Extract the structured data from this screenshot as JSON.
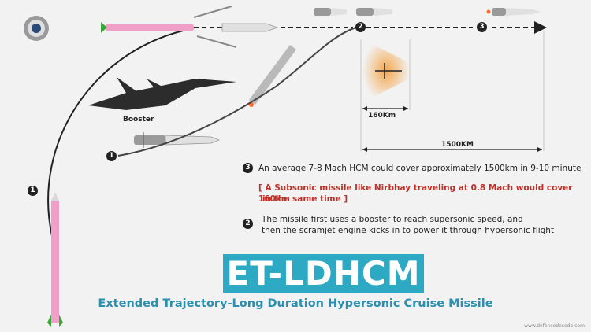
{
  "labels": {
    "booster": "Booster",
    "range_160": "160Km",
    "range_1500": "1500KM"
  },
  "steps": {
    "step1": "1",
    "step2": "2",
    "step3": "3"
  },
  "notes": {
    "note3_num": "3",
    "note3": "An average 7-8 Mach HCM could cover approximately 1500km in 9-10 minute",
    "subsonic_line1": "[ A Subsonic missile like Nirbhay traveling at 0.8 Mach would cover 160km",
    "subsonic_line2": "in the same time ]",
    "note2_num": "2",
    "note2_line1": "The missile first uses a booster to reach supersonic speed, and",
    "note2_line2": "then the scramjet engine kicks in to power it through hypersonic flight"
  },
  "title": "ET-LDHCM",
  "subtitle": "Extended Trajectory-Long Duration Hypersonic Cruise Missile",
  "credit": "www.defencedecode.com",
  "colors": {
    "accent": "#2ea9c3",
    "subtitle": "#2b8fae",
    "warning": "#c0302a",
    "rocket_body": "#f0a0c8",
    "fin": "#3aa83a"
  }
}
